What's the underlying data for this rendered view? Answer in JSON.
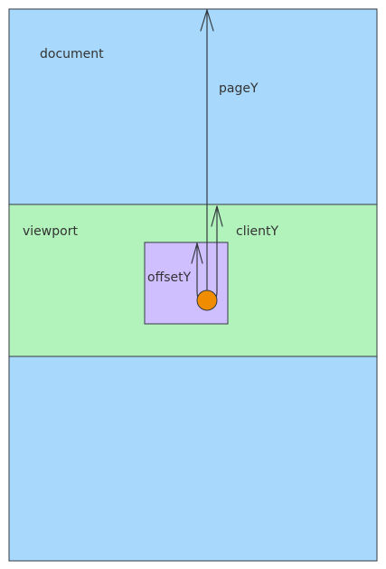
{
  "diagram": {
    "labels": {
      "document": "document",
      "viewport": "viewport",
      "pageY": "pageY",
      "clientY": "clientY",
      "offsetY": "offsetY"
    },
    "colors": {
      "document_fill": "#a8d8fb",
      "viewport_fill": "#b2f2bb",
      "element_fill": "#d0bfff",
      "pointer_fill": "#f08c00",
      "stroke": "#343a40",
      "text": "#333333"
    }
  }
}
